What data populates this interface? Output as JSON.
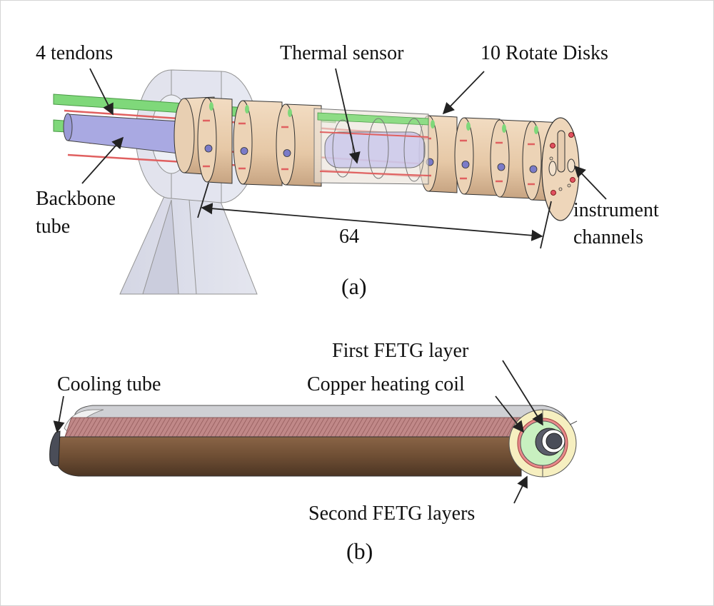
{
  "figure": {
    "panel_a": {
      "caption": "(a)",
      "labels": {
        "tendons": "4 tendons",
        "thermal_sensor": "Thermal sensor",
        "rotate_disks": "10 Rotate Disks",
        "backbone_line1": "Backbone",
        "backbone_line2": "tube",
        "instrument_line1": "instrument",
        "instrument_line2": "channels",
        "dimension": "64"
      }
    },
    "panel_b": {
      "caption": "(b)",
      "labels": {
        "first_fetg": "First FETG layer",
        "copper_coil": "Copper heating coil",
        "cooling_tube": "Cooling tube",
        "second_fetg": "Second FETG layers"
      }
    },
    "colors": {
      "disk": "#ecd3b6",
      "disk_shade": "#c9a885",
      "tendon_green": "#7ed67a",
      "backbone_blue": "#a8a8e0",
      "rod_red": "#e06060",
      "bracket_gray": "#d9dbe8",
      "coil_pink": "#b97a7a",
      "outer_brown": "#7a5a3e",
      "fetg_green": "#c8f0c0",
      "fetg_yellow": "#f6efc0"
    }
  }
}
